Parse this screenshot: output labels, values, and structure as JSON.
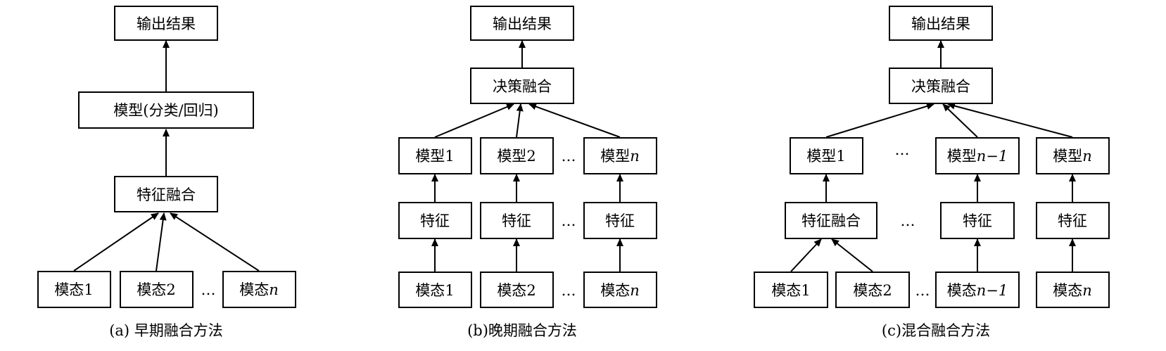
{
  "diagrams": {
    "a": {
      "caption": "(a) 早期融合方法",
      "output": "输出结果",
      "model": "模型(分类/回归)",
      "fusion": "特征融合",
      "modalities": [
        {
          "text": "模态",
          "sub": "1"
        },
        {
          "text": "模态",
          "sub": "2"
        },
        {
          "text": "模态",
          "sub": "n"
        }
      ],
      "ellipsis": "…"
    },
    "b": {
      "caption": "(b)晚期融合方法",
      "output": "输出结果",
      "decision": "决策融合",
      "models": [
        {
          "text": "模型",
          "sub": "1"
        },
        {
          "text": "模型",
          "sub": "2"
        },
        {
          "text": "模型",
          "sub": "n"
        }
      ],
      "features": [
        "特征",
        "特征",
        "特征"
      ],
      "modalities": [
        {
          "text": "模态",
          "sub": "1"
        },
        {
          "text": "模态",
          "sub": "2"
        },
        {
          "text": "模态",
          "sub": "n"
        }
      ],
      "ellipsis": "…"
    },
    "c": {
      "caption": "(c)混合融合方法",
      "output": "输出结果",
      "decision": "决策融合",
      "models": [
        {
          "text": "模型",
          "sub": "1"
        },
        {
          "text": "模型",
          "sub": "n−1"
        },
        {
          "text": "模型",
          "sub": "n"
        }
      ],
      "feature_fusion": "特征融合",
      "features": [
        "特征",
        "特征"
      ],
      "modalities": [
        {
          "text": "模态",
          "sub": "1"
        },
        {
          "text": "模态",
          "sub": "2"
        },
        {
          "text": "模态",
          "sub": "n−1"
        },
        {
          "text": "模态",
          "sub": "n"
        }
      ],
      "ellipsis": "…"
    }
  }
}
